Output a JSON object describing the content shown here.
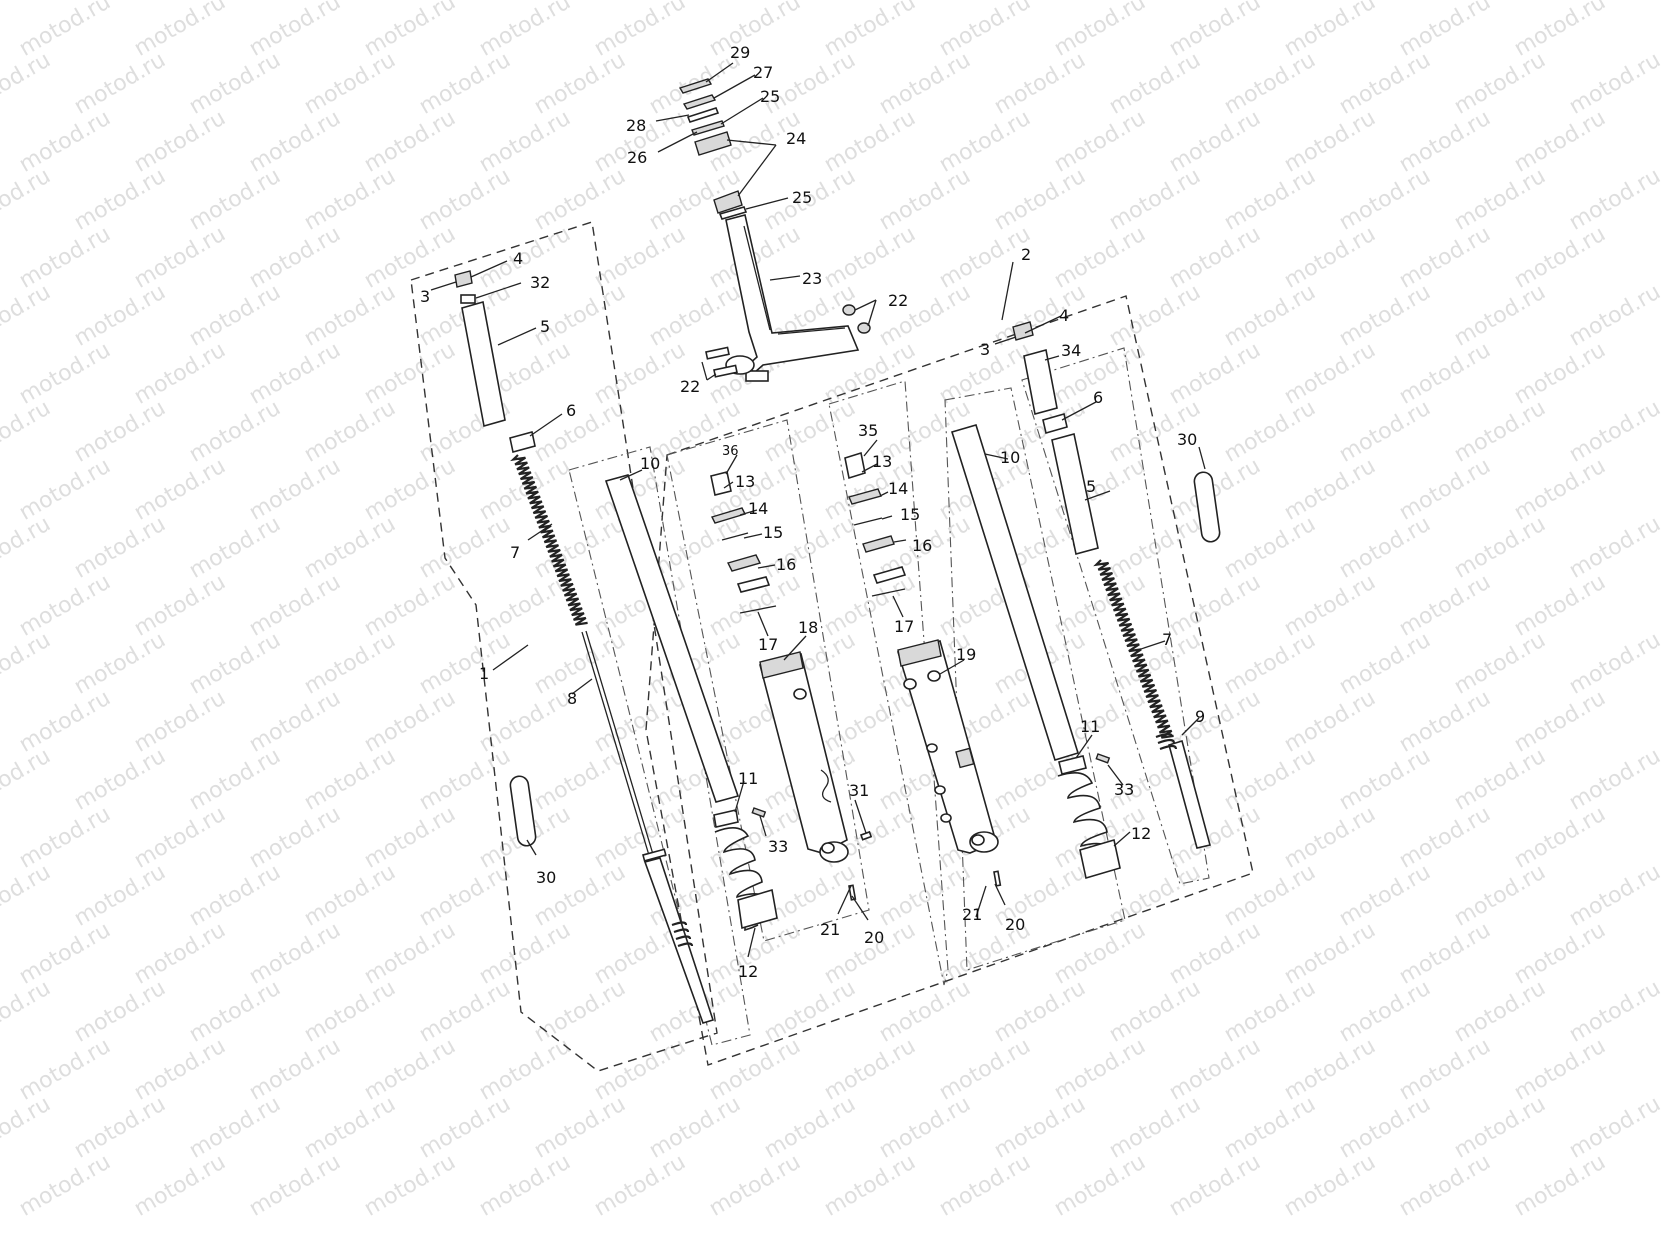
{
  "watermark": {
    "text": "motod.ru"
  },
  "callouts": [
    {
      "id": "c1",
      "text": "1"
    },
    {
      "id": "c2",
      "text": "2"
    },
    {
      "id": "c3a",
      "text": "3"
    },
    {
      "id": "c3b",
      "text": "3"
    },
    {
      "id": "c4a",
      "text": "4"
    },
    {
      "id": "c4b",
      "text": "4"
    },
    {
      "id": "c5a",
      "text": "5"
    },
    {
      "id": "c5b",
      "text": "5"
    },
    {
      "id": "c6a",
      "text": "6"
    },
    {
      "id": "c6b",
      "text": "6"
    },
    {
      "id": "c7a",
      "text": "7"
    },
    {
      "id": "c7b",
      "text": "7"
    },
    {
      "id": "c8",
      "text": "8"
    },
    {
      "id": "c9",
      "text": "9"
    },
    {
      "id": "c10a",
      "text": "10"
    },
    {
      "id": "c10b",
      "text": "10"
    },
    {
      "id": "c11a",
      "text": "11"
    },
    {
      "id": "c11b",
      "text": "11"
    },
    {
      "id": "c12a",
      "text": "12"
    },
    {
      "id": "c12b",
      "text": "12"
    },
    {
      "id": "c13a",
      "text": "13"
    },
    {
      "id": "c13b",
      "text": "13"
    },
    {
      "id": "c14a",
      "text": "14"
    },
    {
      "id": "c14b",
      "text": "14"
    },
    {
      "id": "c15a",
      "text": "15"
    },
    {
      "id": "c15b",
      "text": "15"
    },
    {
      "id": "c16a",
      "text": "16"
    },
    {
      "id": "c16b",
      "text": "16"
    },
    {
      "id": "c17a",
      "text": "17"
    },
    {
      "id": "c17b",
      "text": "17"
    },
    {
      "id": "c18",
      "text": "18"
    },
    {
      "id": "c19",
      "text": "19"
    },
    {
      "id": "c20a",
      "text": "20"
    },
    {
      "id": "c20b",
      "text": "20"
    },
    {
      "id": "c21a",
      "text": "21"
    },
    {
      "id": "c21b",
      "text": "21"
    },
    {
      "id": "c22a",
      "text": "22"
    },
    {
      "id": "c22b",
      "text": "22"
    },
    {
      "id": "c23",
      "text": "23"
    },
    {
      "id": "c24",
      "text": "24"
    },
    {
      "id": "c25a",
      "text": "25"
    },
    {
      "id": "c25b",
      "text": "25"
    },
    {
      "id": "c26",
      "text": "26"
    },
    {
      "id": "c27",
      "text": "27"
    },
    {
      "id": "c28",
      "text": "28"
    },
    {
      "id": "c29",
      "text": "29"
    },
    {
      "id": "c30a",
      "text": "30"
    },
    {
      "id": "c30b",
      "text": "30"
    },
    {
      "id": "c31",
      "text": "31"
    },
    {
      "id": "c32",
      "text": "32"
    },
    {
      "id": "c33a",
      "text": "33"
    },
    {
      "id": "c33b",
      "text": "33"
    },
    {
      "id": "c34",
      "text": "34"
    },
    {
      "id": "c35",
      "text": "35"
    },
    {
      "id": "c36",
      "text": "36"
    }
  ]
}
